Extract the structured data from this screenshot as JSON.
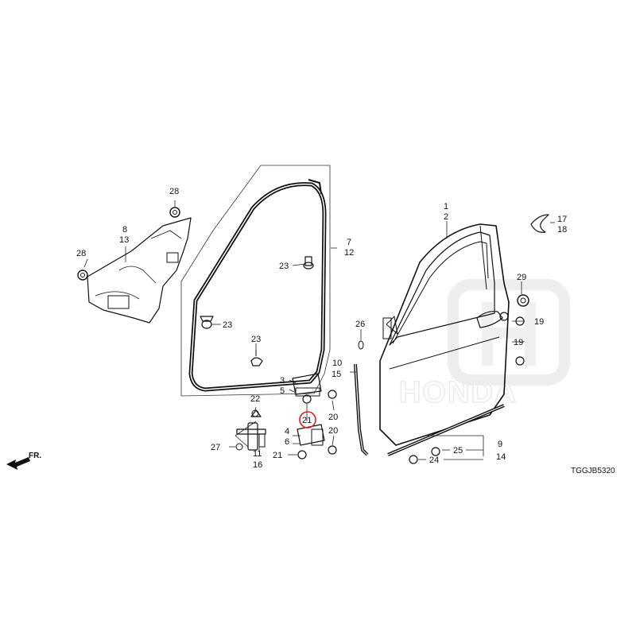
{
  "diagram": {
    "code": "TGGJB5320",
    "direction_label": "FR.",
    "watermark": "HONDA",
    "highlight_color": "#d32020",
    "callouts": {
      "c1": "1",
      "c2": "2",
      "c3": "3",
      "c4": "4",
      "c5": "5",
      "c6": "6",
      "c7": "7",
      "c8": "8",
      "c9": "9",
      "c10": "10",
      "c11": "11",
      "c12": "12",
      "c13": "13",
      "c14": "14",
      "c15": "15",
      "c16": "16",
      "c17": "17",
      "c18": "18",
      "c19a": "19",
      "c19b": "19",
      "c20a": "20",
      "c20b": "20",
      "c21a": "21",
      "c21b": "21",
      "c22": "22",
      "c23a": "23",
      "c23b": "23",
      "c23c": "23",
      "c24": "24",
      "c25": "25",
      "c26": "26",
      "c27": "27",
      "c28a": "28",
      "c28b": "28",
      "c29": "29"
    }
  }
}
